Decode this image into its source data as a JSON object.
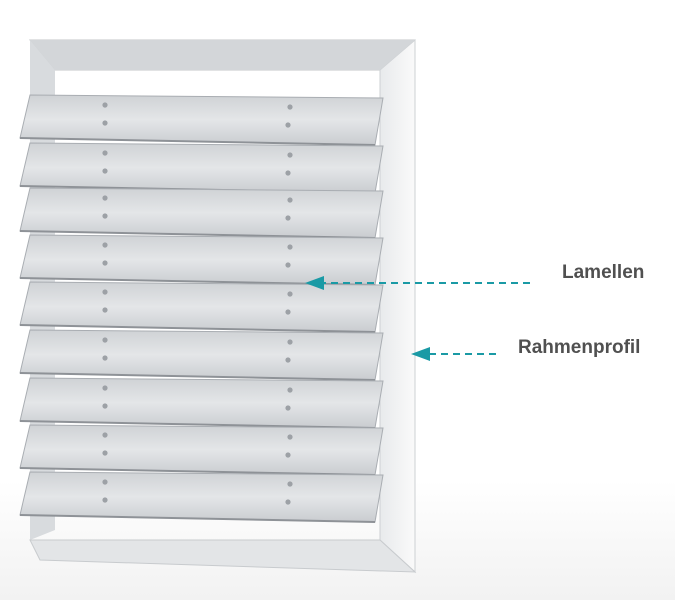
{
  "labels": {
    "lamellen": "Lamellen",
    "rahmenprofil": "Rahmenprofil"
  },
  "colors": {
    "arrow": "#1a9aa5",
    "label": "#505050"
  },
  "slat_count": 9
}
